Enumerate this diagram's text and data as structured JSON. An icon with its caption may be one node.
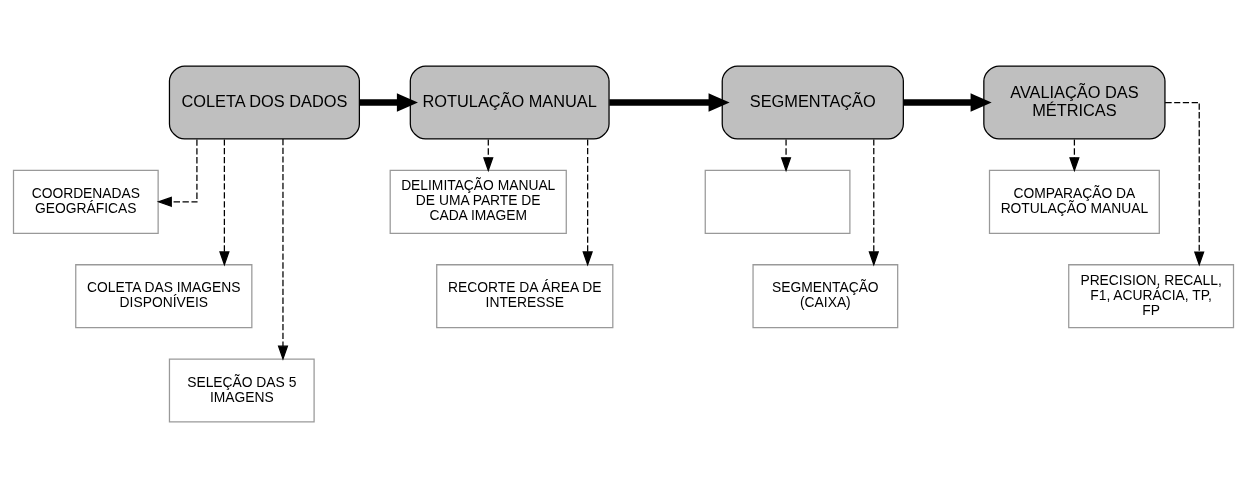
{
  "diagram": {
    "nodes": [
      {
        "text": [
          "COLETA DOS DADOS"
        ]
      },
      {
        "text": [
          "ROTULAÇÃO MANUAL"
        ]
      },
      {
        "text": [
          "SEGMENTAÇÃO"
        ]
      },
      {
        "text": [
          "AVALIAÇÃO DAS MÉTRICAS"
        ]
      },
      {
        "text": [
          "COORDENADAS GEOGRÁFICAS"
        ]
      },
      {
        "text": [
          "COLETA DAS IMAGENS DISPONÍVEIS"
        ]
      },
      {
        "text": [
          "SELEÇÃO DAS 5 IMAGENS"
        ]
      },
      {
        "text": [
          "DELIMITAÇÃO MANUAL DE UMA PARTE DE CADA IMAGEM"
        ]
      },
      {
        "text": [
          "RECORTE DA ÁREA DE INTERESSE"
        ]
      },
      {
        "text": [],
        "shape": "box"
      },
      {
        "text": [
          "SEGMENTAÇÃO (CAIXA)"
        ]
      },
      {
        "text": [
          "COMPARAÇÃO DA ROTULAÇÃO MANUAL"
        ]
      },
      {
        "text": [
          "PRECISION, RECALL, F1, ACURÁCIA, TP, FP"
        ]
      }
    ],
    "edges": [
      {
        "from": 0,
        "to": 1,
        "arrow": "to",
        "style": "thick"
      },
      {
        "from": 1,
        "to": 2,
        "arrow": "to",
        "style": "thick"
      },
      {
        "from": 2,
        "to": 3,
        "arrow": "to",
        "style": "thick"
      },
      {
        "from": 0,
        "to": 4,
        "arrow": "to",
        "style": "dashed"
      },
      {
        "from": 0,
        "to": 5,
        "arrow": "to",
        "style": "dashed"
      },
      {
        "from": 0,
        "to": 6,
        "arrow": "to",
        "style": "dashed"
      },
      {
        "from": 1,
        "to": 7,
        "arrow": "to",
        "style": "dashed"
      },
      {
        "from": 1,
        "to": 8,
        "arrow": "to",
        "style": "dashed"
      },
      {
        "from": 2,
        "to": 9,
        "arrow": "to",
        "style": "dashed"
      },
      {
        "from": 2,
        "to": 10,
        "arrow": "to",
        "style": "dashed"
      },
      {
        "from": 3,
        "to": 11,
        "arrow": "to",
        "style": "dashed"
      },
      {
        "from": 3,
        "to": 12,
        "arrow": "to",
        "style": "dashed"
      }
    ]
  }
}
